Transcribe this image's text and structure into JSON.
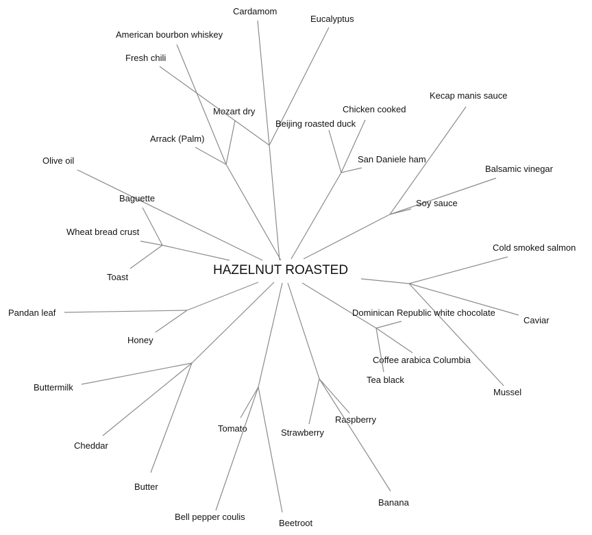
{
  "root": "HAZELNUT ROASTED",
  "groups": [
    {
      "items": [
        "Mozart dry",
        "American bourbon whiskey",
        "Arrack (Palm)"
      ]
    },
    {
      "items": [
        "Cardamom",
        "Eucalyptus",
        "Fresh chili"
      ]
    },
    {
      "items": [
        "Olive oil"
      ]
    },
    {
      "items": [
        "Baguette",
        "Wheat bread crust",
        "Toast"
      ]
    },
    {
      "items": [
        "Beijing roasted duck",
        "Chicken cooked",
        "San Daniele ham"
      ]
    },
    {
      "items": [
        "Kecap manis sauce",
        "Balsamic vinegar",
        "Soy sauce"
      ]
    },
    {
      "items": [
        "Cold smoked salmon",
        "Caviar",
        "Mussel"
      ]
    },
    {
      "items": [
        "Dominican Republic white chocolate",
        "Coffee arabica Columbia",
        "Tea black"
      ]
    },
    {
      "items": [
        "Pandan leaf",
        "Honey"
      ]
    },
    {
      "items": [
        "Buttermilk",
        "Cheddar",
        "Butter"
      ]
    },
    {
      "items": [
        "Tomato",
        "Bell pepper coulis",
        "Beetroot"
      ]
    },
    {
      "items": [
        "Strawberry",
        "Raspberry",
        "Banana"
      ]
    }
  ]
}
